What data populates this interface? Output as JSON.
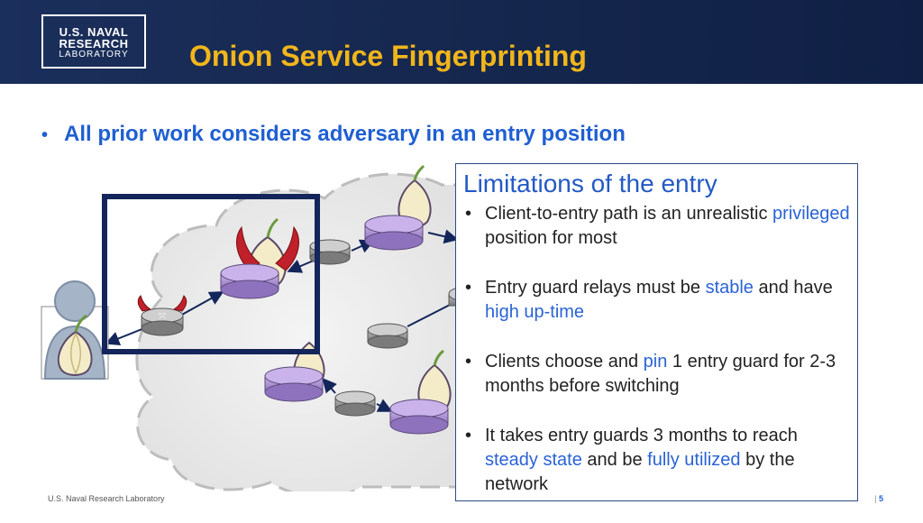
{
  "header": {
    "logo": {
      "line1": "U.S. NAVAL",
      "line2": "RESEARCH",
      "line3": "LABORATORY"
    },
    "title": "Onion Service Fingerprinting"
  },
  "bullet": {
    "marker": "•",
    "text": "All prior work considers adversary in an entry position"
  },
  "panel": {
    "title": "Limitations of the entry",
    "items": [
      {
        "marker": "•",
        "a": "Client-to-entry path is an unrealistic ",
        "b": "privileged",
        "c": " position for most"
      },
      {
        "marker": "•",
        "a": "Entry guard relays must be ",
        "b": "stable",
        "c": " and have ",
        "d": "high up-time"
      },
      {
        "marker": "•",
        "a": "Clients choose and ",
        "b": "pin",
        "c": " 1 entry guard for 2-3 months before switching"
      },
      {
        "marker": "•",
        "a": "It takes entry guards 3 months to reach ",
        "b": "steady state",
        "c": " and be ",
        "d": "fully utilized",
        "e": " by the network"
      }
    ]
  },
  "footer": {
    "left": "U.S. Naval Research Laboratory",
    "page_sep": "|",
    "page": "5"
  },
  "colors": {
    "header": "#16284f",
    "title": "#f2b61b",
    "accent": "#1f5fd1",
    "router_large": "#a98ed0",
    "router_small": "#8f8f8f",
    "box": "#13255a"
  },
  "icons": [
    "onion-icon",
    "devil-horns-icon",
    "router-icon",
    "user-icon"
  ]
}
